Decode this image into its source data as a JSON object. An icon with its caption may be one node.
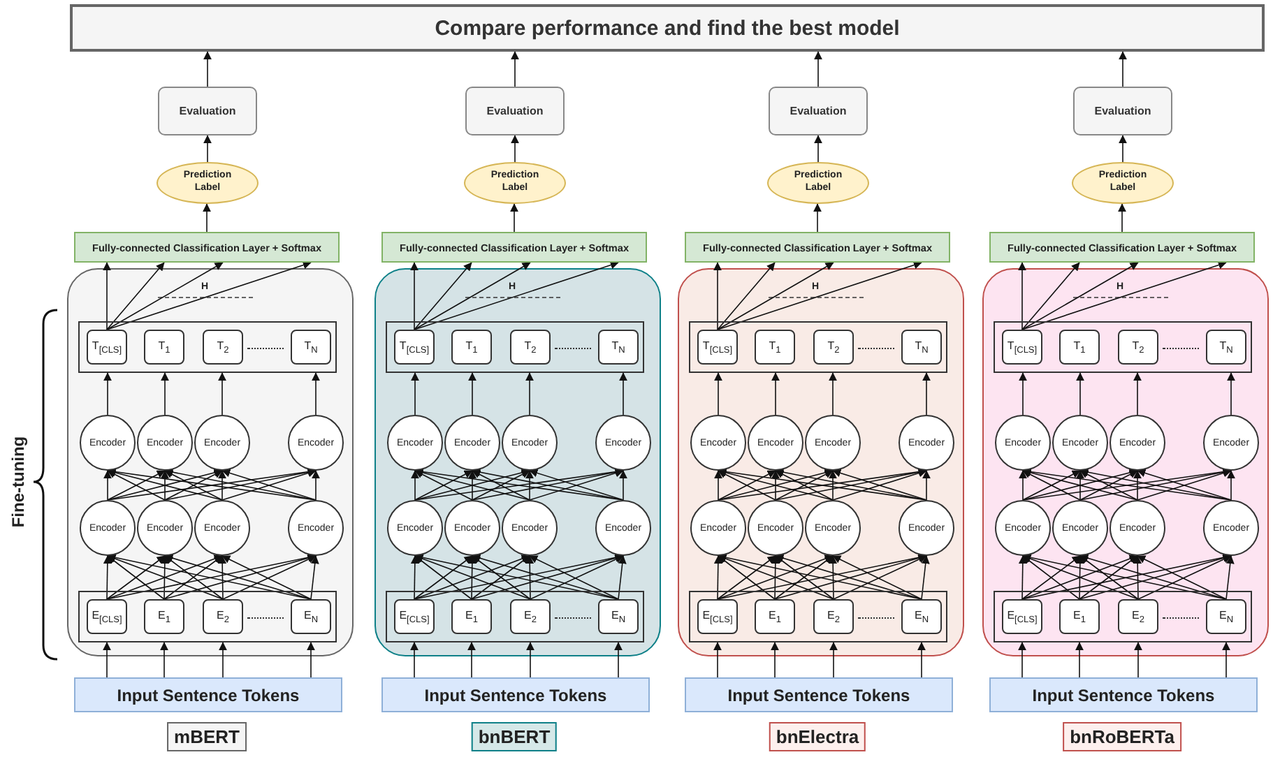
{
  "diagram": {
    "nodes": [
      {
        "text": [
          "Compare performance and find the best model"
        ]
      },
      {
        "text": [
          "Evaluation"
        ]
      },
      {
        "text": [
          "Prediction Label"
        ]
      },
      {
        "text": [
          "Fully-connected Classification Layer + Softmax"
        ]
      },
      {
        "text": [],
        "shape": "box"
      },
      {
        "text": [],
        "shape": "box",
        "in": 4
      },
      {
        "text": [
          "T$_{[CLS]}$"
        ],
        "in": 5
      },
      {
        "text": [
          "T$_{1}$"
        ],
        "in": 5
      },
      {
        "text": [
          "T$_{2}$"
        ],
        "in": 5
      },
      {
        "text": [
          "T$_{N}$"
        ],
        "in": 5
      },
      {
        "text": [
          "Encoder"
        ],
        "in": 4
      },
      {
        "text": [
          "Encoder"
        ],
        "in": 4
      },
      {
        "text": [
          "Encoder"
        ],
        "in": 4
      },
      {
        "text": [
          "Encoder"
        ],
        "in": 4
      },
      {
        "text": [
          "Encoder"
        ],
        "in": 4
      },
      {
        "text": [
          "Encoder"
        ],
        "in": 4
      },
      {
        "text": [
          "Encoder"
        ],
        "in": 4
      },
      {
        "text": [
          "Encoder"
        ],
        "in": 4
      },
      {
        "text": [],
        "shape": "box",
        "in": 4
      },
      {
        "text": [
          "E$_{[CLS]}$"
        ],
        "in": 18
      },
      {
        "text": [
          "E$_{1}$"
        ],
        "in": 18
      },
      {
        "text": [
          "E$_{2}$"
        ],
        "in": 18
      },
      {
        "text": [
          "E$_{N}$"
        ],
        "in": 18
      },
      {
        "text": [
          "Input Sentence Tokens"
        ]
      },
      {
        "text": [
          "mBERT"
        ]
      },
      {
        "text": [
          "Evaluation"
        ]
      },
      {
        "text": [
          "Prediction Label"
        ]
      },
      {
        "text": [
          "Fully-connected Classification Layer + Softmax"
        ]
      },
      {
        "text": [],
        "shape": "box"
      },
      {
        "text": [],
        "shape": "box",
        "in": 28
      },
      {
        "text": [
          "T$_{[CLS]}$"
        ],
        "in": 29
      },
      {
        "text": [
          "T$_{1}$"
        ],
        "in": 29
      },
      {
        "text": [
          "T$_{2}$"
        ],
        "in": 29
      },
      {
        "text": [
          "T$_{N}$"
        ],
        "in": 29
      },
      {
        "text": [
          "Encoder"
        ],
        "in": 28
      },
      {
        "text": [
          "Encoder"
        ],
        "in": 28
      },
      {
        "text": [
          "Encoder"
        ],
        "in": 28
      },
      {
        "text": [
          "Encoder"
        ],
        "in": 28
      },
      {
        "text": [
          "Encoder"
        ],
        "in": 28
      },
      {
        "text": [
          "Encoder"
        ],
        "in": 28
      },
      {
        "text": [
          "Encoder"
        ],
        "in": 28
      },
      {
        "text": [
          "Encoder"
        ],
        "in": 28
      },
      {
        "text": [],
        "shape": "box",
        "in": 28
      },
      {
        "text": [
          "E$_{[CLS]}$"
        ],
        "in": 42
      },
      {
        "text": [
          "E$_{1}$"
        ],
        "in": 42
      },
      {
        "text": [
          "E$_{2}$"
        ],
        "in": 42
      },
      {
        "text": [
          "E$_{N}$"
        ],
        "in": 42
      },
      {
        "text": [
          "Input Sentence Tokens"
        ]
      },
      {
        "text": [
          "bnBERT"
        ]
      },
      {
        "text": [
          "Evaluation"
        ]
      },
      {
        "text": [
          "Prediction Label"
        ]
      },
      {
        "text": [
          "Fully-connected Classification Layer + Softmax"
        ]
      },
      {
        "text": [],
        "shape": "box"
      },
      {
        "text": [],
        "shape": "box",
        "in": 52
      },
      {
        "text": [
          "T$_{[CLS]}$"
        ],
        "in": 53
      },
      {
        "text": [
          "T$_{1}$"
        ],
        "in": 53
      },
      {
        "text": [
          "T$_{2}$"
        ],
        "in": 53
      },
      {
        "text": [
          "T$_{N}$"
        ],
        "in": 53
      },
      {
        "text": [
          "Encoder"
        ],
        "in": 52
      },
      {
        "text": [
          "Encoder"
        ],
        "in": 52
      },
      {
        "text": [
          "Encoder"
        ],
        "in": 52
      },
      {
        "text": [
          "Encoder"
        ],
        "in": 52
      },
      {
        "text": [
          "Encoder"
        ],
        "in": 52
      },
      {
        "text": [
          "Encoder"
        ],
        "in": 52
      },
      {
        "text": [
          "Encoder"
        ],
        "in": 52
      },
      {
        "text": [
          "Encoder"
        ],
        "in": 52
      },
      {
        "text": [],
        "shape": "box",
        "in": 52
      },
      {
        "text": [
          "E$_{[CLS]}$"
        ],
        "in": 66
      },
      {
        "text": [
          "E$_{1}$"
        ],
        "in": 66
      },
      {
        "text": [
          "E$_{2}$"
        ],
        "in": 66
      },
      {
        "text": [
          "E$_{N}$"
        ],
        "in": 66
      },
      {
        "text": [
          "Input Sentence Tokens"
        ]
      },
      {
        "text": [
          "bnElectra"
        ]
      },
      {
        "text": [
          "Evaluation"
        ]
      },
      {
        "text": [
          "Prediction Label"
        ]
      },
      {
        "text": [
          "Fully-connected Classification Layer + Softmax"
        ]
      },
      {
        "text": [],
        "shape": "box"
      },
      {
        "text": [],
        "shape": "box",
        "in": 76
      },
      {
        "text": [
          "T$_{[CLS]}$"
        ],
        "in": 77
      },
      {
        "text": [
          "T$_{1}$"
        ],
        "in": 77
      },
      {
        "text": [
          "T$_{2}$"
        ],
        "in": 77
      },
      {
        "text": [
          "T$_{N}$"
        ],
        "in": 77
      },
      {
        "text": [
          "Encoder"
        ],
        "in": 76
      },
      {
        "text": [
          "Encoder"
        ],
        "in": 76
      },
      {
        "text": [
          "Encoder"
        ],
        "in": 76
      },
      {
        "text": [
          "Encoder"
        ],
        "in": 76
      },
      {
        "text": [
          "Encoder"
        ],
        "in": 76
      },
      {
        "text": [
          "Encoder"
        ],
        "in": 76
      },
      {
        "text": [
          "Encoder"
        ],
        "in": 76
      },
      {
        "text": [
          "Encoder"
        ],
        "in": 76
      },
      {
        "text": [],
        "shape": "box",
        "in": 76
      },
      {
        "text": [
          "E$_{[CLS]}$"
        ],
        "in": 90
      },
      {
        "text": [
          "E$_{1}$"
        ],
        "in": 90
      },
      {
        "text": [
          "E$_{2}$"
        ],
        "in": 90
      },
      {
        "text": [
          "E$_{N}$"
        ],
        "in": 90
      },
      {
        "text": [
          "Input Sentence Tokens"
        ]
      },
      {
        "text": [
          "bnRoBERTa"
        ]
      }
    ],
    "edges": [
      {
        "from": 1,
        "to": 0,
        "arrow": "to"
      },
      {
        "from": 2,
        "to": 1,
        "arrow": "to"
      },
      {
        "from": 3,
        "to": 2,
        "arrow": "to"
      },
      {
        "from": 6,
        "to": 3,
        "arrow": "to"
      },
      {
        "from": 6,
        "to": 3,
        "arrow": "to"
      },
      {
        "from": 6,
        "to": 3,
        "arrow": "to"
      },
      {
        "from": 6,
        "to": 3,
        "arrow": "to"
      },
      {
        "from": 10,
        "to": 5,
        "arrow": "to"
      },
      {
        "from": 11,
        "to": 5,
        "arrow": "to"
      },
      {
        "from": 12,
        "to": 5,
        "arrow": "to"
      },
      {
        "from": 13,
        "to": 5,
        "arrow": "to"
      },
      {
        "from": 14,
        "to": 10,
        "arrow": "to"
      },
      {
        "from": 14,
        "to": 11,
        "arrow": "to"
      },
      {
        "from": 14,
        "to": 12,
        "arrow": "to"
      },
      {
        "from": 14,
        "to": 13,
        "arrow": "to"
      },
      {
        "from": 15,
        "to": 10,
        "arrow": "to"
      },
      {
        "from": 15,
        "to": 11,
        "arrow": "to"
      },
      {
        "from": 15,
        "to": 12,
        "arrow": "to"
      },
      {
        "from": 15,
        "to": 13,
        "arrow": "to"
      },
      {
        "from": 16,
        "to": 10,
        "arrow": "to"
      },
      {
        "from": 16,
        "to": 11,
        "arrow": "to"
      },
      {
        "from": 16,
        "to": 12,
        "arrow": "to"
      },
      {
        "from": 16,
        "to": 13,
        "arrow": "to"
      },
      {
        "from": 17,
        "to": 10,
        "arrow": "to"
      },
      {
        "from": 17,
        "to": 11,
        "arrow": "to"
      },
      {
        "from": 17,
        "to": 12,
        "arrow": "to"
      },
      {
        "from": 17,
        "to": 13,
        "arrow": "to"
      },
      {
        "from": 19,
        "to": 14,
        "arrow": "to"
      },
      {
        "from": 19,
        "to": 15,
        "arrow": "to"
      },
      {
        "from": 19,
        "to": 16,
        "arrow": "to"
      },
      {
        "from": 19,
        "to": 17,
        "arrow": "to"
      },
      {
        "from": 20,
        "to": 14,
        "arrow": "to"
      },
      {
        "from": 20,
        "to": 15,
        "arrow": "to"
      },
      {
        "from": 20,
        "to": 16,
        "arrow": "to"
      },
      {
        "from": 20,
        "to": 17,
        "arrow": "to"
      },
      {
        "from": 21,
        "to": 14,
        "arrow": "to"
      },
      {
        "from": 21,
        "to": 15,
        "arrow": "to"
      },
      {
        "from": 21,
        "to": 16,
        "arrow": "to"
      },
      {
        "from": 21,
        "to": 17,
        "arrow": "to"
      },
      {
        "from": 22,
        "to": 14,
        "arrow": "to"
      },
      {
        "from": 22,
        "to": 15,
        "arrow": "to"
      },
      {
        "from": 22,
        "to": 16,
        "arrow": "to"
      },
      {
        "from": 22,
        "to": 17,
        "arrow": "to"
      },
      {
        "from": 23,
        "to": 18,
        "arrow": "to"
      },
      {
        "from": 23,
        "to": 18,
        "arrow": "to"
      },
      {
        "from": 23,
        "to": 18,
        "arrow": "to"
      },
      {
        "from": 23,
        "to": 18,
        "arrow": "to"
      },
      {
        "from": 25,
        "to": 0,
        "arrow": "to"
      },
      {
        "from": 26,
        "to": 25,
        "arrow": "to"
      },
      {
        "from": 27,
        "to": 26,
        "arrow": "to"
      },
      {
        "from": 30,
        "to": 27,
        "arrow": "to"
      },
      {
        "from": 30,
        "to": 27,
        "arrow": "to"
      },
      {
        "from": 30,
        "to": 27,
        "arrow": "to"
      },
      {
        "from": 30,
        "to": 27,
        "arrow": "to"
      },
      {
        "from": 34,
        "to": 29,
        "arrow": "to"
      },
      {
        "from": 35,
        "to": 29,
        "arrow": "to"
      },
      {
        "from": 36,
        "to": 29,
        "arrow": "to"
      },
      {
        "from": 37,
        "to": 29,
        "arrow": "to"
      },
      {
        "from": 38,
        "to": 34,
        "arrow": "to"
      },
      {
        "from": 38,
        "to": 35,
        "arrow": "to"
      },
      {
        "from": 38,
        "to": 36,
        "arrow": "to"
      },
      {
        "from": 38,
        "to": 37,
        "arrow": "to"
      },
      {
        "from": 39,
        "to": 34,
        "arrow": "to"
      },
      {
        "from": 39,
        "to": 35,
        "arrow": "to"
      },
      {
        "from": 39,
        "to": 36,
        "arrow": "to"
      },
      {
        "from": 39,
        "to": 37,
        "arrow": "to"
      },
      {
        "from": 40,
        "to": 34,
        "arrow": "to"
      },
      {
        "from": 40,
        "to": 35,
        "arrow": "to"
      },
      {
        "from": 40,
        "to": 36,
        "arrow": "to"
      },
      {
        "from": 40,
        "to": 37,
        "arrow": "to"
      },
      {
        "from": 41,
        "to": 34,
        "arrow": "to"
      },
      {
        "from": 41,
        "to": 35,
        "arrow": "to"
      },
      {
        "from": 41,
        "to": 36,
        "arrow": "to"
      },
      {
        "from": 41,
        "to": 37,
        "arrow": "to"
      },
      {
        "from": 43,
        "to": 38,
        "arrow": "to"
      },
      {
        "from": 43,
        "to": 39,
        "arrow": "to"
      },
      {
        "from": 43,
        "to": 40,
        "arrow": "to"
      },
      {
        "from": 43,
        "to": 41,
        "arrow": "to"
      },
      {
        "from": 44,
        "to": 38,
        "arrow": "to"
      },
      {
        "from": 44,
        "to": 39,
        "arrow": "to"
      },
      {
        "from": 44,
        "to": 40,
        "arrow": "to"
      },
      {
        "from": 44,
        "to": 41,
        "arrow": "to"
      },
      {
        "from": 45,
        "to": 38,
        "arrow": "to"
      },
      {
        "from": 45,
        "to": 39,
        "arrow": "to"
      },
      {
        "from": 45,
        "to": 40,
        "arrow": "to"
      },
      {
        "from": 45,
        "to": 41,
        "arrow": "to"
      },
      {
        "from": 46,
        "to": 38,
        "arrow": "to"
      },
      {
        "from": 46,
        "to": 39,
        "arrow": "to"
      },
      {
        "from": 46,
        "to": 40,
        "arrow": "to"
      },
      {
        "from": 46,
        "to": 41,
        "arrow": "to"
      },
      {
        "from": 47,
        "to": 42,
        "arrow": "to"
      },
      {
        "from": 47,
        "to": 42,
        "arrow": "to"
      },
      {
        "from": 47,
        "to": 42,
        "arrow": "to"
      },
      {
        "from": 47,
        "to": 42,
        "arrow": "to"
      },
      {
        "from": 49,
        "to": 0,
        "arrow": "to"
      },
      {
        "from": 50,
        "to": 49,
        "arrow": "to"
      },
      {
        "from": 51,
        "to": 50,
        "arrow": "to"
      },
      {
        "from": 54,
        "to": 51,
        "arrow": "to"
      },
      {
        "from": 54,
        "to": 51,
        "arrow": "to"
      },
      {
        "from": 54,
        "to": 51,
        "arrow": "to"
      },
      {
        "from": 54,
        "to": 51,
        "arrow": "to"
      },
      {
        "from": 58,
        "to": 53,
        "arrow": "to"
      },
      {
        "from": 59,
        "to": 53,
        "arrow": "to"
      },
      {
        "from": 60,
        "to": 53,
        "arrow": "to"
      },
      {
        "from": 61,
        "to": 53,
        "arrow": "to"
      },
      {
        "from": 62,
        "to": 58,
        "arrow": "to"
      },
      {
        "from": 62,
        "to": 59,
        "arrow": "to"
      },
      {
        "from": 62,
        "to": 60,
        "arrow": "to"
      },
      {
        "from": 62,
        "to": 61,
        "arrow": "to"
      },
      {
        "from": 63,
        "to": 58,
        "arrow": "to"
      },
      {
        "from": 63,
        "to": 59,
        "arrow": "to"
      },
      {
        "from": 63,
        "to": 60,
        "arrow": "to"
      },
      {
        "from": 63,
        "to": 61,
        "arrow": "to"
      },
      {
        "from": 64,
        "to": 58,
        "arrow": "to"
      },
      {
        "from": 64,
        "to": 59,
        "arrow": "to"
      },
      {
        "from": 64,
        "to": 60,
        "arrow": "to"
      },
      {
        "from": 64,
        "to": 61,
        "arrow": "to"
      },
      {
        "from": 65,
        "to": 58,
        "arrow": "to"
      },
      {
        "from": 65,
        "to": 59,
        "arrow": "to"
      },
      {
        "from": 65,
        "to": 60,
        "arrow": "to"
      },
      {
        "from": 65,
        "to": 61,
        "arrow": "to"
      },
      {
        "from": 67,
        "to": 62,
        "arrow": "to"
      },
      {
        "from": 67,
        "to": 63,
        "arrow": "to"
      },
      {
        "from": 67,
        "to": 64,
        "arrow": "to"
      },
      {
        "from": 67,
        "to": 65,
        "arrow": "to"
      },
      {
        "from": 68,
        "to": 62,
        "arrow": "to"
      },
      {
        "from": 68,
        "to": 63,
        "arrow": "to"
      },
      {
        "from": 68,
        "to": 64,
        "arrow": "to"
      },
      {
        "from": 68,
        "to": 65,
        "arrow": "to"
      },
      {
        "from": 69,
        "to": 62,
        "arrow": "to"
      },
      {
        "from": 69,
        "to": 63,
        "arrow": "to"
      },
      {
        "from": 69,
        "to": 64,
        "arrow": "to"
      },
      {
        "from": 69,
        "to": 65,
        "arrow": "to"
      },
      {
        "from": 70,
        "to": 62,
        "arrow": "to"
      },
      {
        "from": 70,
        "to": 63,
        "arrow": "to"
      },
      {
        "from": 70,
        "to": 64,
        "arrow": "to"
      },
      {
        "from": 70,
        "to": 65,
        "arrow": "to"
      },
      {
        "from": 71,
        "to": 66,
        "arrow": "to"
      },
      {
        "from": 71,
        "to": 66,
        "arrow": "to"
      },
      {
        "from": 71,
        "to": 66,
        "arrow": "to"
      },
      {
        "from": 71,
        "to": 66,
        "arrow": "to"
      },
      {
        "from": 73,
        "to": 0,
        "arrow": "to"
      },
      {
        "from": 74,
        "to": 73,
        "arrow": "to"
      },
      {
        "from": 75,
        "to": 74,
        "arrow": "to"
      },
      {
        "from": 78,
        "to": 75,
        "arrow": "to"
      },
      {
        "from": 78,
        "to": 75,
        "arrow": "to"
      },
      {
        "from": 78,
        "to": 75,
        "arrow": "to"
      },
      {
        "from": 78,
        "to": 75,
        "arrow": "to"
      },
      {
        "from": 82,
        "to": 77,
        "arrow": "to"
      },
      {
        "from": 83,
        "to": 77,
        "arrow": "to"
      },
      {
        "from": 84,
        "to": 77,
        "arrow": "to"
      },
      {
        "from": 85,
        "to": 77,
        "arrow": "to"
      },
      {
        "from": 86,
        "to": 82,
        "arrow": "to"
      },
      {
        "from": 86,
        "to": 83,
        "arrow": "to"
      },
      {
        "from": 86,
        "to": 84,
        "arrow": "to"
      },
      {
        "from": 86,
        "to": 85,
        "arrow": "to"
      },
      {
        "from": 87,
        "to": 82,
        "arrow": "to"
      },
      {
        "from": 87,
        "to": 83,
        "arrow": "to"
      },
      {
        "from": 87,
        "to": 84,
        "arrow": "to"
      },
      {
        "from": 87,
        "to": 85,
        "arrow": "to"
      },
      {
        "from": 88,
        "to": 82,
        "arrow": "to"
      },
      {
        "from": 88,
        "to": 83,
        "arrow": "to"
      },
      {
        "from": 88,
        "to": 84,
        "arrow": "to"
      },
      {
        "from": 88,
        "to": 85,
        "arrow": "to"
      },
      {
        "from": 89,
        "to": 82,
        "arrow": "to"
      },
      {
        "from": 89,
        "to": 83,
        "arrow": "to"
      },
      {
        "from": 89,
        "to": 84,
        "arrow": "to"
      },
      {
        "from": 89,
        "to": 85,
        "arrow": "to"
      },
      {
        "from": 91,
        "to": 86,
        "arrow": "to"
      },
      {
        "from": 91,
        "to": 87,
        "arrow": "to"
      },
      {
        "from": 91,
        "to": 88,
        "arrow": "to"
      },
      {
        "from": 91,
        "to": 89,
        "arrow": "to"
      },
      {
        "from": 92,
        "to": 86,
        "arrow": "to"
      },
      {
        "from": 92,
        "to": 87,
        "arrow": "to"
      },
      {
        "from": 92,
        "to": 88,
        "arrow": "to"
      },
      {
        "from": 92,
        "to": 89,
        "arrow": "to"
      },
      {
        "from": 93,
        "to": 86,
        "arrow": "to"
      },
      {
        "from": 93,
        "to": 87,
        "arrow": "to"
      },
      {
        "from": 93,
        "to": 88,
        "arrow": "to"
      },
      {
        "from": 93,
        "to": 89,
        "arrow": "to"
      },
      {
        "from": 94,
        "to": 86,
        "arrow": "to"
      },
      {
        "from": 94,
        "to": 87,
        "arrow": "to"
      },
      {
        "from": 94,
        "to": 88,
        "arrow": "to"
      },
      {
        "from": 94,
        "to": 89,
        "arrow": "to"
      },
      {
        "from": 95,
        "to": 90,
        "arrow": "to"
      },
      {
        "from": 95,
        "to": 90,
        "arrow": "to"
      },
      {
        "from": 95,
        "to": 90,
        "arrow": "to"
      },
      {
        "from": 95,
        "to": 90,
        "arrow": "to"
      }
    ],
    "labels": [
      "H",
      "H",
      "H",
      "H",
      "Fine-tuning"
    ]
  }
}
